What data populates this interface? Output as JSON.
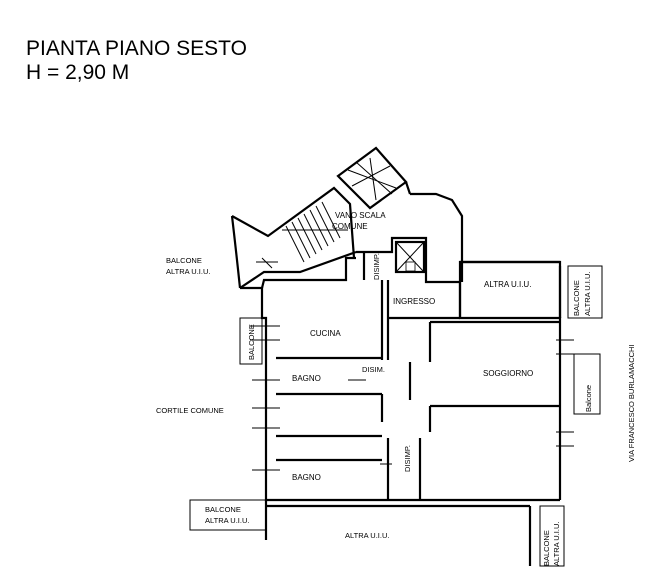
{
  "header": {
    "line1": "PIANTA PIANO SESTO",
    "line2": "H = 2,90 M"
  },
  "labels": {
    "vano_scala_1": "VANO SCALA",
    "vano_scala_2": "COMUNE",
    "balcone_nw_1": "BALCONE",
    "balcone_nw_2": "ALTRA U.I.U.",
    "disimp_top": "DISIMP.",
    "ingresso": "INGRESSO",
    "altra_ne": "ALTRA U.I.U.",
    "cucina": "CUCINA",
    "balcone_w": "BALCONE",
    "bagno_1": "BAGNO",
    "disim_mid": "DISIM.",
    "soggiorno": "SOGGIORNO",
    "cortile": "CORTILE COMUNE",
    "disimp_low": "DISIMP.",
    "bagno_2": "BAGNO",
    "balcone_sw_1": "BALCONE",
    "balcone_sw_2": "ALTRA U.I.U.",
    "altra_s": "ALTRA U.I.U.",
    "balcone_se_1": "BALCONE",
    "balcone_se_2": "ALTRA U.I.U.",
    "balcone_e_top_1": "BALCONE",
    "balcone_e_top_2": "ALTRA U.I.U.",
    "balcone_e": "Balcone",
    "street": "VIA FRANCESCO BURLAMACCHI"
  }
}
